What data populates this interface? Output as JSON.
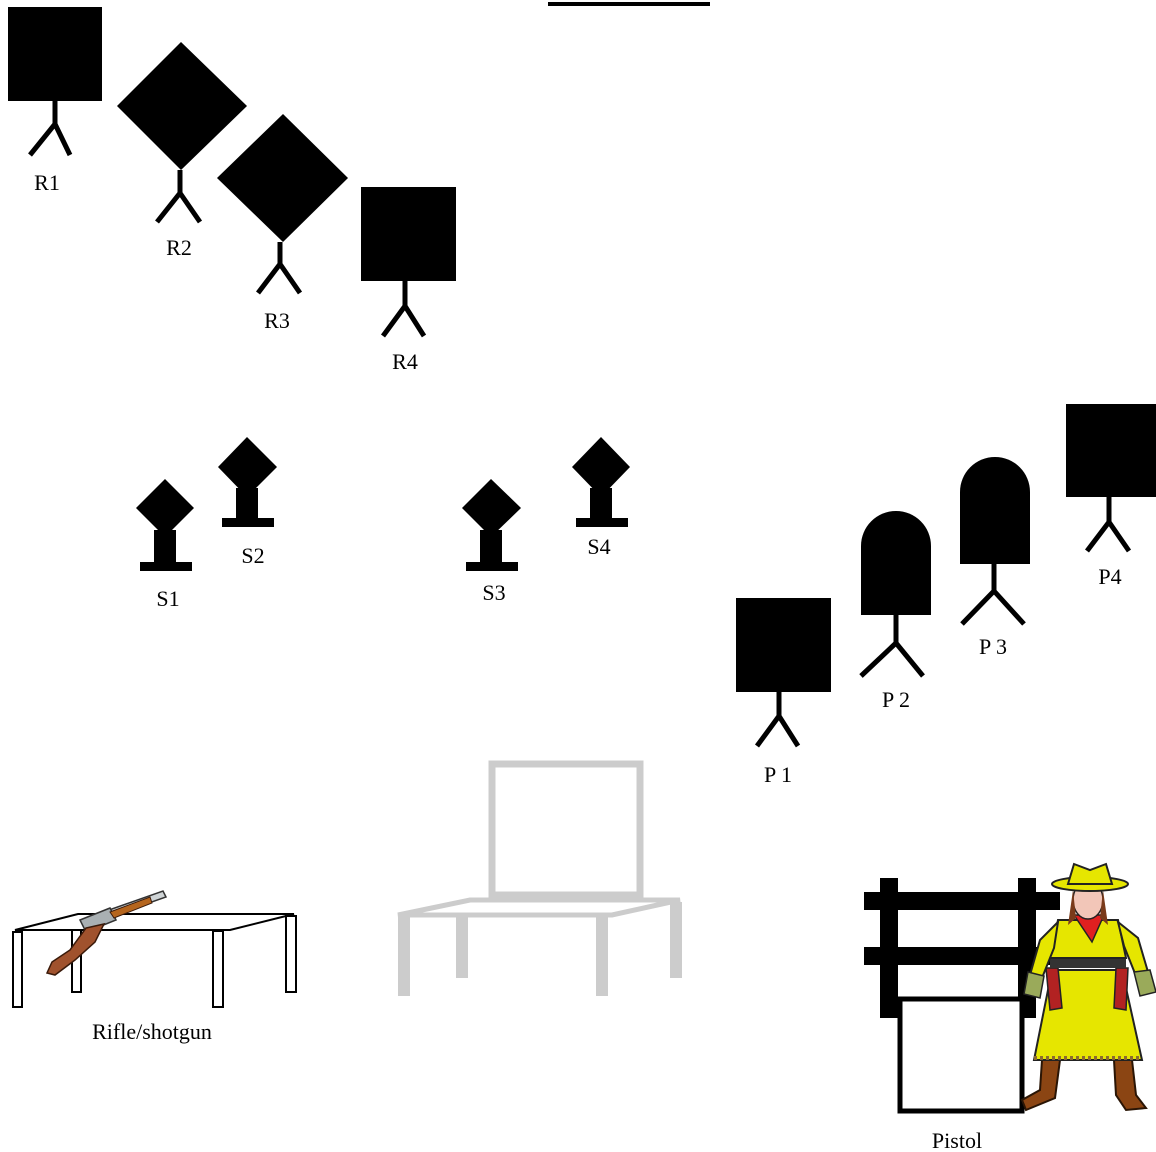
{
  "targets": {
    "rifle": [
      "R1",
      "R2",
      "R3",
      "R4"
    ],
    "shotgun": [
      "S1",
      "S2",
      "S3",
      "S4"
    ],
    "pistol": [
      "P 1",
      "P 2",
      "P 3",
      "P4"
    ]
  },
  "stations": {
    "rifle_shotgun": "Rifle/shotgun",
    "pistol": "Pistol"
  },
  "colors": {
    "target": "#000000",
    "ghost_table": "#cccccc",
    "rifle_stock": "#a0522d",
    "cowgirl_dress": "#e6e600",
    "cowgirl_scarf": "#e02020",
    "cowgirl_boots": "#8b4513",
    "cowgirl_gloves": "#9aaa5a"
  }
}
